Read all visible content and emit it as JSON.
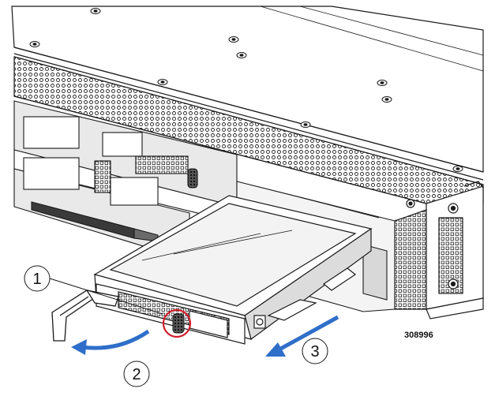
{
  "callouts": [
    {
      "label": "1"
    },
    {
      "label": "2"
    },
    {
      "label": "3"
    }
  ],
  "figure_id": "308996",
  "colors": {
    "line": "#1a1a1a",
    "arrow": "#2f6fc9",
    "highlight": "#d21c2b",
    "face": "#ffffff",
    "shade": "#cfcfcf",
    "dark": "#3a3a3a"
  },
  "icons": [
    "rotate-arrow-icon",
    "pull-arrow-icon",
    "release-button-highlight-icon"
  ]
}
